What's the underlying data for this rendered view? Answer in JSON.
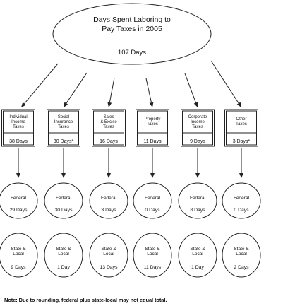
{
  "header": {
    "title_lines": [
      "Days Spent Laboring to",
      "Pay Taxes in 2005"
    ],
    "total": "107 Days"
  },
  "categories": [
    {
      "label_lines": [
        "Individual",
        "Income",
        "Taxes"
      ],
      "days": "38 Days",
      "federal": {
        "label": "Federal",
        "days": "29 Days"
      },
      "state_local": {
        "label_lines": [
          "State &",
          "Local"
        ],
        "days": "9 Days"
      }
    },
    {
      "label_lines": [
        "Social",
        "Insurance",
        "Taxes"
      ],
      "days": "30 Days*",
      "federal": {
        "label": "Federal",
        "days": "30 Days"
      },
      "state_local": {
        "label_lines": [
          "State &",
          "Local"
        ],
        "days": "1 Day"
      }
    },
    {
      "label_lines": [
        "Sales",
        "& Excise",
        "Taxes"
      ],
      "days": "16 Days",
      "federal": {
        "label": "Federal",
        "days": "3 Days"
      },
      "state_local": {
        "label_lines": [
          "State &",
          "Local"
        ],
        "days": "13 Days"
      }
    },
    {
      "label_lines": [
        "Property",
        "Taxes"
      ],
      "days": "11 Days",
      "federal": {
        "label": "Federal",
        "days": "0 Days"
      },
      "state_local": {
        "label_lines": [
          "State &",
          "Local"
        ],
        "days": "11 Days"
      }
    },
    {
      "label_lines": [
        "Corporate",
        "Income",
        "Taxes"
      ],
      "days": "9 Days",
      "federal": {
        "label": "Federal",
        "days": "8 Days"
      },
      "state_local": {
        "label_lines": [
          "State &",
          "Local"
        ],
        "days": "1 Day"
      }
    },
    {
      "label_lines": [
        "Other",
        "Taxes"
      ],
      "days": "3 Days*",
      "federal": {
        "label": "Federal",
        "days": "0 Days"
      },
      "state_local": {
        "label_lines": [
          "State &",
          "Local"
        ],
        "days": "2 Days"
      }
    }
  ],
  "note": "Note: Due to rounding, federal plus state-local may not equal total."
}
